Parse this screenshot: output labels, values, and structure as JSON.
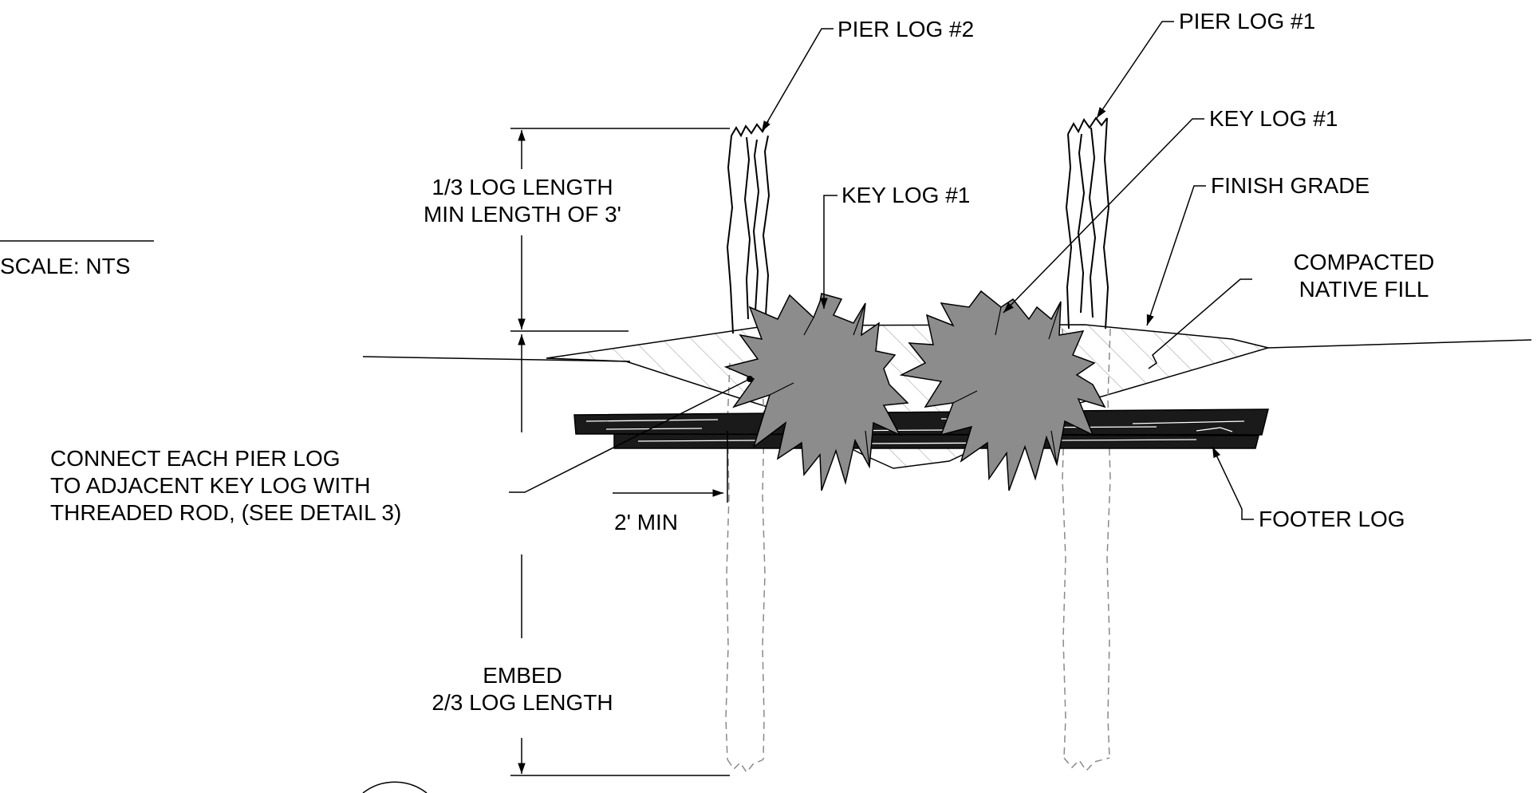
{
  "scale_label": "SCALE: NTS",
  "labels": {
    "pier_log_2": "PIER LOG #2",
    "pier_log_1": "PIER LOG #1",
    "key_log_1_right": "KEY LOG #1",
    "key_log_1_center": "KEY LOG #1",
    "finish_grade": "FINISH GRADE",
    "compacted_native_fill": [
      "COMPACTED",
      "NATIVE FILL"
    ],
    "footer_log": "FOOTER LOG",
    "connect_note": [
      "CONNECT EACH PIER LOG",
      "TO ADJACENT KEY LOG WITH",
      "THREADED ROD, (SEE DETAIL 3)"
    ],
    "upper_dimension": [
      "1/3 LOG LENGTH",
      "MIN LENGTH OF 3'"
    ],
    "lower_dimension": [
      "EMBED",
      "2/3 LOG LENGTH"
    ],
    "min_offset": "2' MIN"
  },
  "colors": {
    "line": "#000000",
    "rootwad": "#8c8c8c",
    "buried": "#8a8a8a",
    "hatch": "#b0b0b0"
  }
}
